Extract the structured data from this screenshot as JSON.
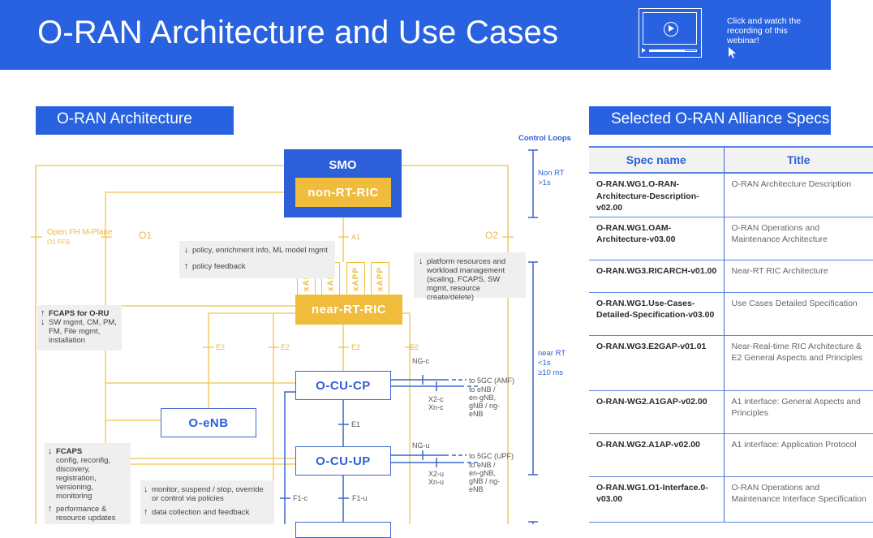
{
  "header": {
    "title": "O-RAN Architecture and Use Cases",
    "cta_text": "Click and watch the recording of this webinar!",
    "video_progress": 0.75,
    "icons": [
      "play-icon",
      "cursor-icon"
    ]
  },
  "colors": {
    "brand_blue": "#2862e1",
    "accent_yellow": "#f0bc3b",
    "line_blue": "#3d66c9"
  },
  "architecture": {
    "heading": "O-RAN Architecture",
    "control_loops_label": "Control Loops",
    "nodes": {
      "smo": "SMO",
      "non_rt_ric": "non-RT-RIC",
      "near_rt_ric": "near-RT-RIC",
      "xapps": [
        "xAPP",
        "xAPP",
        "xAPP",
        "xAPP"
      ],
      "o_cu_cp": "O-CU-CP",
      "o_cu_up": "O-CU-UP",
      "o_enb": "O-eNB"
    },
    "interfaces": {
      "o1": "O1",
      "o2": "O2",
      "a1": "A1",
      "e2": "E2",
      "e1": "E1",
      "f1c": "F1-c",
      "f1u": "F1-u",
      "ngc": "NG-c",
      "ngu": "NG-u",
      "x2c": "X2-c",
      "xnc": "Xn-c",
      "x2u": "X2-u",
      "xnu": "Xn-u",
      "open_fh": "Open FH M-Plane",
      "o1_ffs": "O1 FFS"
    },
    "targets": {
      "cp_5gc": "to 5GC (AMF)",
      "cp_ran": "to eNB / en-gNB, gNB / ng-eNB",
      "up_5gc": "to 5GC (UPF)",
      "up_ran": "to eNB / en-gNB, gNB / ng-eNB"
    },
    "loops": {
      "non_rt": {
        "label": "Non RT",
        "time": ">1s"
      },
      "near_rt": {
        "label": "near RT",
        "time1": "<1s",
        "time2": "≥10 ms"
      }
    },
    "notes": {
      "a1_down": "policy, enrichment info, ML model mgmt",
      "a1_up": "policy feedback",
      "o2_down": "platform resources and workload management (scaling, FCAPS, SW mgmt, resource create/delete)",
      "oru_title": "FCAPS for O-RU",
      "oru_body": "SW mgmt, CM, PM, FM, File mgmt, installation",
      "fcaps_title": "FCAPS",
      "fcaps_body": "config, reconfig, discovery, registration, versioning, monitoring",
      "fcaps_up": "performance & resource updates",
      "e2_down": "monitor, suspend / stop, override or control via policies",
      "e2_up": "data collection and feedback"
    }
  },
  "specs": {
    "heading": "Selected O-RAN Alliance Specs",
    "columns": [
      "Spec name",
      "Title"
    ],
    "rows": [
      {
        "name": "O-RAN.WG1.O-RAN-Architecture-Description-v02.00",
        "title": "O-RAN Architecture Description"
      },
      {
        "name": "O-RAN.WG1.OAM-Architecture-v03.00",
        "title": "O-RAN Operations and Maintenance Architecture"
      },
      {
        "name": "O-RAN.WG3.RICARCH-v01.00",
        "title": "Near-RT RIC Architecture"
      },
      {
        "name": "O-RAN.WG1.Use-Cases-Detailed-Specification-v03.00",
        "title": "Use Cases Detailed Specification"
      },
      {
        "name": "O-RAN.WG3.E2GAP-v01.01",
        "title": "Near-Real-time RIC Architecture & E2 General Aspects and Principles"
      },
      {
        "name": "O-RAN-WG2.A1GAP-v02.00",
        "title": "A1 interface: General Aspects and Principles"
      },
      {
        "name": "O-RAN.WG2.A1AP-v02.00",
        "title": "A1 interface: Application Protocol"
      },
      {
        "name": "O-RAN.WG1.O1-Interface.0-v03.00",
        "title": "O-RAN Operations and Maintenance Interface Specification"
      }
    ]
  }
}
